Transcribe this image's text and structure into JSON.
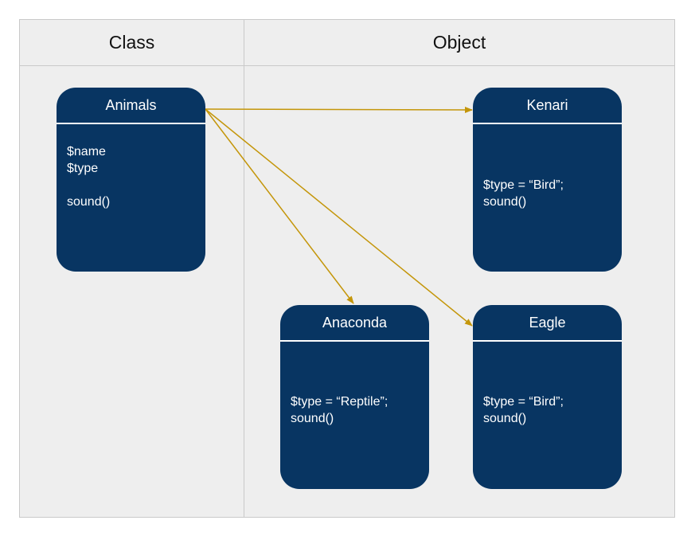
{
  "columns": {
    "class": "Class",
    "object": "Object"
  },
  "colors": {
    "node_fill": "#083562",
    "arrow": "#c4960a",
    "background": "#eeeeee",
    "border": "#c9c9c9"
  },
  "nodes": {
    "animals": {
      "title": "Animals",
      "lines": [
        "$name",
        "$type",
        "",
        "sound()"
      ]
    },
    "kenari": {
      "title": "Kenari",
      "lines": [
        "$type = “Bird”;",
        "sound()"
      ]
    },
    "anaconda": {
      "title": "Anaconda",
      "lines": [
        "$type = “Reptile”;",
        "sound()"
      ]
    },
    "eagle": {
      "title": "Eagle",
      "lines": [
        "$type = “Bird”;",
        "sound()"
      ]
    }
  },
  "edges": [
    {
      "from": "animals",
      "to": "kenari"
    },
    {
      "from": "animals",
      "to": "anaconda"
    },
    {
      "from": "animals",
      "to": "eagle"
    }
  ]
}
